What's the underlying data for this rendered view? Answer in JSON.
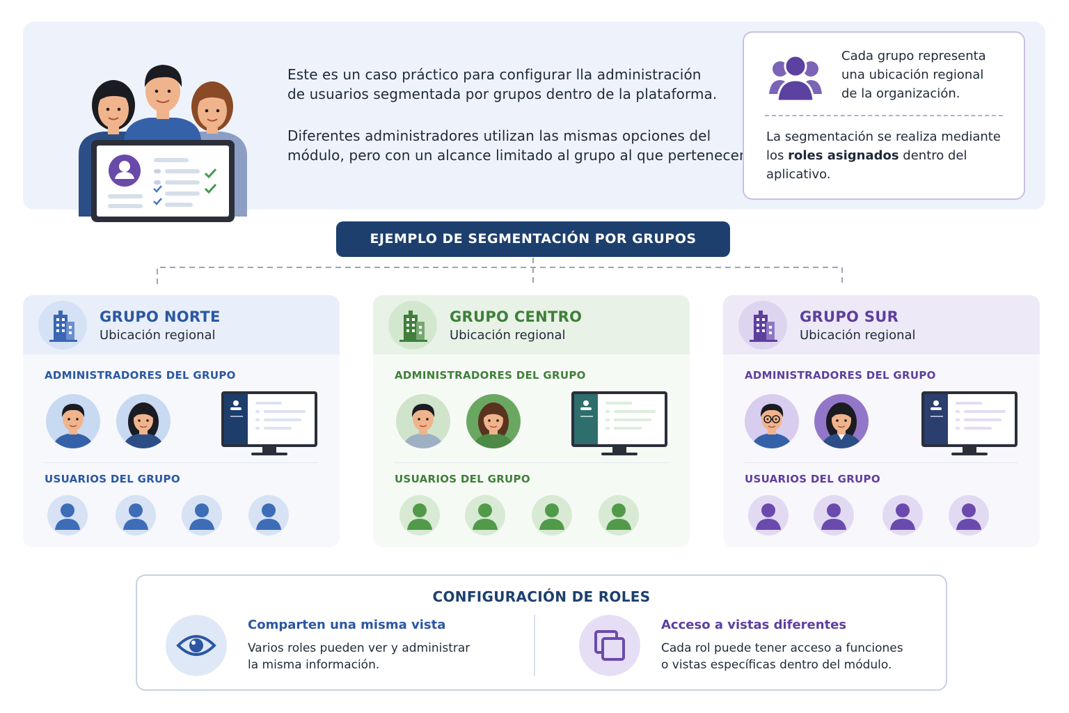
{
  "intro": {
    "paragraph_1": "Este es un caso práctico para configurar lla administración\nde usuarios segmentada por grupos dentro de la plataforma.",
    "paragraph_2": "Diferentes administradores utilizan las mismas opciones del\nmódulo, pero con un alcance limitado al grupo al que pertenecen.",
    "illustration_icon": "three-people-with-tablet-icon"
  },
  "info_card": {
    "top_text": "Cada grupo representa\nuna ubicación regional\nde la organización.",
    "bottom_pre": "La segmentación se realiza mediante los ",
    "bottom_bold": "roles asignados",
    "bottom_post": " dentro del aplicativo.",
    "icon": "group-icon"
  },
  "section_title": "EJEMPLO DE SEGMENTACIÓN POR GRUPOS",
  "groups": [
    {
      "title": "GRUPO NORTE",
      "subtitle": "Ubicación regional",
      "admins_label": "ADMINISTRADORES DEL GRUPO",
      "users_label": "USUARIOS DEL GRUPO",
      "accent": "#2b57a3"
    },
    {
      "title": "GRUPO CENTRO",
      "subtitle": "Ubicación regional",
      "admins_label": "ADMINISTRADORES DEL GRUPO",
      "users_label": "USUARIOS DEL GRUPO",
      "accent": "#3f7f3a"
    },
    {
      "title": "GRUPO SUR",
      "subtitle": "Ubicación regional",
      "admins_label": "ADMINISTRADORES DEL GRUPO",
      "users_label": "USUARIOS DEL GRUPO",
      "accent": "#5d3f9e"
    }
  ],
  "roles": {
    "title": "CONFIGURACIÓN DE ROLES",
    "items": [
      {
        "title": "Comparten una misma vista",
        "description": "Varios roles pueden ver y administrar\nla misma información.",
        "icon": "eye-icon",
        "accent": "#2b57a3"
      },
      {
        "title": "Acceso a vistas diferentes",
        "description": "Cada rol puede tener acceso a funciones\no vistas específicas dentro del módulo.",
        "icon": "windows-icon",
        "accent": "#5d3f9e"
      }
    ]
  }
}
